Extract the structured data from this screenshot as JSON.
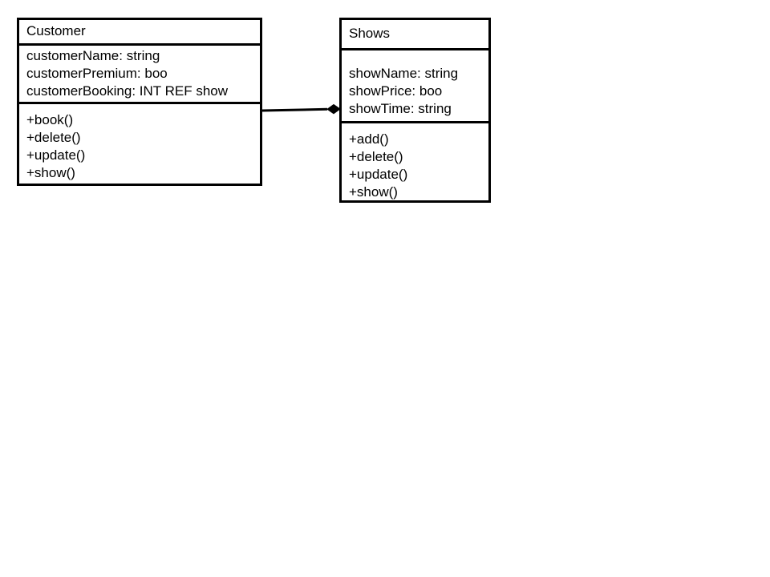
{
  "classes": {
    "customer": {
      "name": "Customer",
      "attributes": [
        "customerName: string",
        "customerPremium: boo",
        "customerBooking: INT REF show"
      ],
      "operations": [
        "+book()",
        "+delete()",
        "+update()",
        "+show()"
      ]
    },
    "shows": {
      "name": "Shows",
      "attributes": [
        "showName: string",
        "showPrice: boo",
        "showTime: string"
      ],
      "operations": [
        "+add()",
        "+delete()",
        "+update()",
        "+show()"
      ]
    }
  },
  "relationship": {
    "type": "composition",
    "from": "Customer",
    "to": "Shows",
    "color": "#000000"
  }
}
